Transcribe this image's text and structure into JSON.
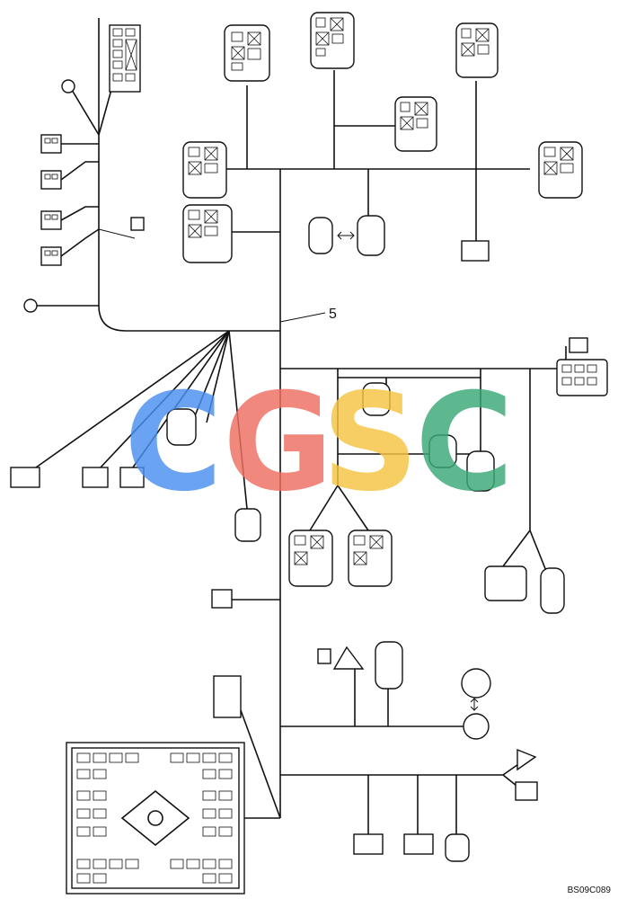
{
  "diagram": {
    "callout_label": "5",
    "drawing_code": "BS09C089",
    "watermark": {
      "letters": [
        "C",
        "G",
        "S",
        "C"
      ],
      "colors": [
        "#4a8fef",
        "#ef6f61",
        "#f6c443",
        "#3aa877"
      ]
    }
  }
}
